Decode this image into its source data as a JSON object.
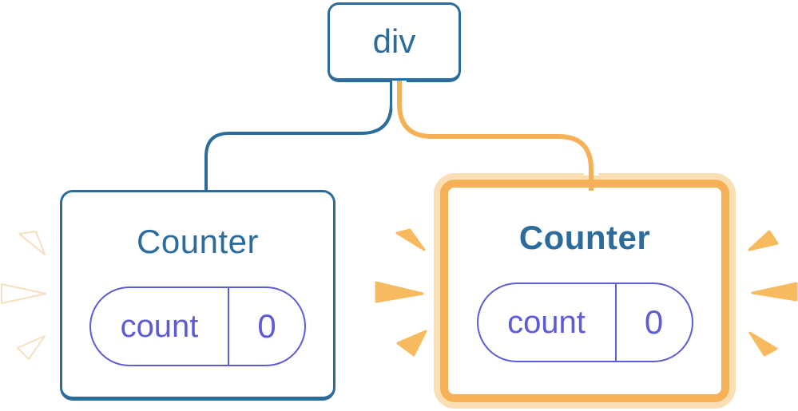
{
  "colors": {
    "blue": "#2C6C9D",
    "purple": "#5E5BD6",
    "orange": "#F6B157",
    "orange-light": "#FBDFB4",
    "sparkle-orange": "#F8BA5E",
    "card-bg": "#FFFFFF"
  },
  "diagram": {
    "root_node": {
      "label": "div"
    },
    "children": [
      {
        "title": "Counter",
        "state_key": "count",
        "state_value": "0",
        "highlighted": false
      },
      {
        "title": "Counter",
        "state_key": "count",
        "state_value": "0",
        "highlighted": true
      }
    ]
  }
}
